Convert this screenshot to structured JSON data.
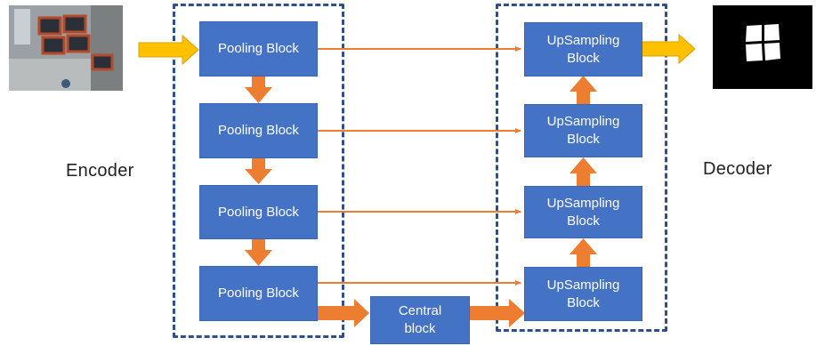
{
  "encoder": {
    "label": "Encoder"
  },
  "decoder": {
    "label": "Decoder"
  },
  "pooling_blocks": [
    {
      "label": "Pooling Block"
    },
    {
      "label": "Pooling Block"
    },
    {
      "label": "Pooling Block"
    },
    {
      "label": "Pooling Block"
    }
  ],
  "upsampling_blocks": [
    {
      "label": "UpSampling\nBlock"
    },
    {
      "label": "UpSampling\nBlock"
    },
    {
      "label": "UpSampling\nBlock"
    },
    {
      "label": "UpSampling\nBlock"
    }
  ],
  "central_block": {
    "label": "Central\nblock"
  },
  "colors": {
    "block_fill": "#4472c4",
    "skip_line": "#ed7d31",
    "flow_arrow": "#ed7d31",
    "io_arrow": "#ffc000",
    "dashed_border": "#2f4f8a"
  },
  "images": {
    "input": "aerial-photo-of-crates",
    "output": "segmentation-mask"
  }
}
